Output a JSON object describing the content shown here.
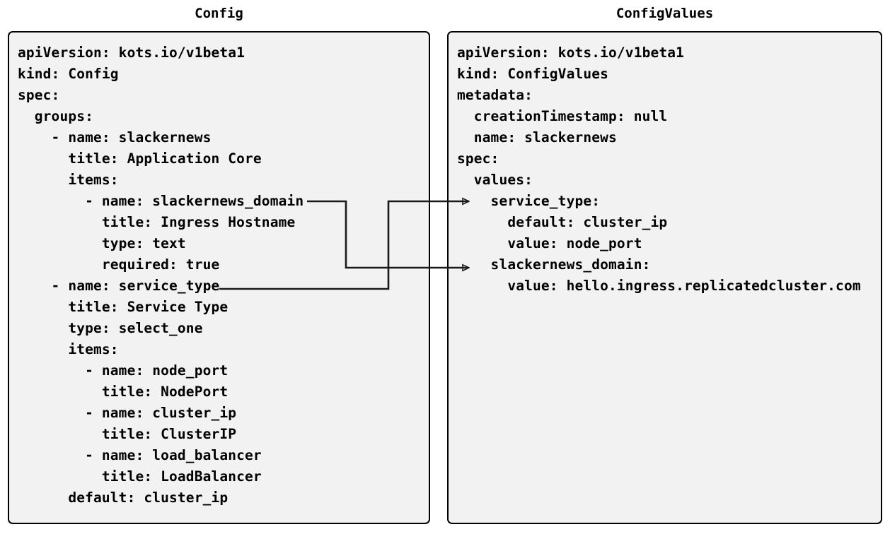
{
  "diagram": {
    "kind": "two-panel-yaml-mapping",
    "background": "#ffffff",
    "panel_fill": "#f2f2f2",
    "border_color": "#000000",
    "text_color": "#000000"
  },
  "left_panel": {
    "title": "Config",
    "lines": [
      "apiVersion: kots.io/v1beta1",
      "kind: Config",
      "spec:",
      "  groups:",
      "    - name: slackernews",
      "      title: Application Core",
      "      items:",
      "        - name: slackernews_domain",
      "          title: Ingress Hostname",
      "          type: text",
      "          required: true",
      "    - name: service_type",
      "      title: Service Type",
      "      type: select_one",
      "      items:",
      "        - name: node_port",
      "          title: NodePort",
      "        - name: cluster_ip",
      "          title: ClusterIP",
      "        - name: load_balancer",
      "          title: LoadBalancer",
      "      default: cluster_ip"
    ],
    "text": "apiVersion: kots.io/v1beta1\nkind: Config\nspec:\n  groups:\n    - name: slackernews\n      title: Application Core\n      items:\n        - name: slackernews_domain\n          title: Ingress Hostname\n          type: text\n          required: true\n    - name: service_type\n      title: Service Type\n      type: select_one\n      items:\n        - name: node_port\n          title: NodePort\n        - name: cluster_ip\n          title: ClusterIP\n        - name: load_balancer\n          title: LoadBalancer\n      default: cluster_ip"
  },
  "right_panel": {
    "title": "ConfigValues",
    "lines": [
      "apiVersion: kots.io/v1beta1",
      "kind: ConfigValues",
      "metadata:",
      "  creationTimestamp: null",
      "  name: slackernews",
      "spec:",
      "  values:",
      "    service_type:",
      "      default: cluster_ip",
      "      value: node_port",
      "    slackernews_domain:",
      "      value: hello.ingress.replicatedcluster.com"
    ],
    "text": "apiVersion: kots.io/v1beta1\nkind: ConfigValues\nmetadata:\n  creationTimestamp: null\n  name: slackernews\nspec:\n  values:\n    service_type:\n      default: cluster_ip\n      value: node_port\n    slackernews_domain:\n      value: hello.ingress.replicatedcluster.com"
  },
  "connectors": [
    {
      "id": "slackernews-domain-link",
      "from": "Config: - name: slackernews_domain",
      "to": "ConfigValues: slackernews_domain:",
      "arrowhead": "open-triangle"
    },
    {
      "id": "service-type-link",
      "from": "Config: - name: service_type",
      "to": "ConfigValues: service_type:",
      "arrowhead": "open-triangle"
    }
  ]
}
